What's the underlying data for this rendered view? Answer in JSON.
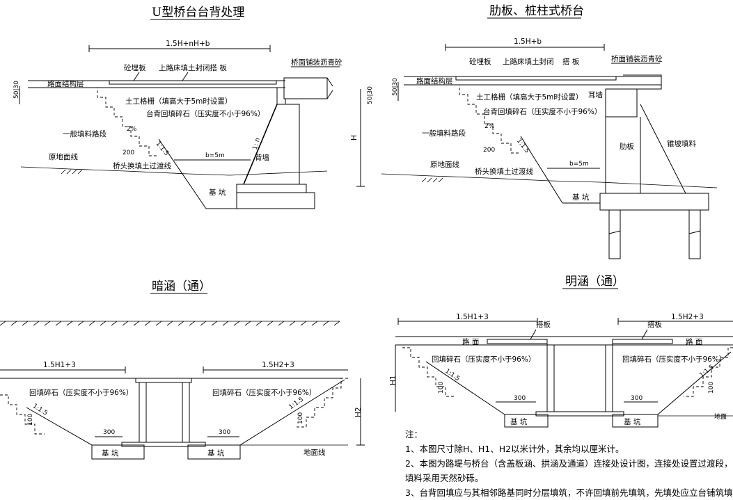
{
  "panels": {
    "u_abutment": {
      "title": "U型桥台台背处理",
      "dim_top": "1.5H+nH+b",
      "soft_slab": "砼埋板",
      "seal_slab": "上路床填土封闭搭 板",
      "deck": "桥面铺装沥青砼",
      "road_layer": "路面结构层",
      "geogrid": "土工格栅（填高大于5m时设置）",
      "backfill": "台背回填碎石（压实度不小于96%）",
      "general_fill": "一般填料路段",
      "slope_pct": "2%",
      "step": "200",
      "slope_ratio": "1:1.5",
      "ground": "原地面线",
      "transition": "桥头换填土过渡线",
      "b_dim": "b=5m",
      "back_wall": "背墙",
      "pit": "基 坑",
      "h_dim": "H",
      "slope_n": "1: n",
      "left_dim": "50|30",
      "right_dim": "50|30"
    },
    "rib_abutment": {
      "title": "肋板、桩柱式桥台",
      "dim_top": "1.5H+b",
      "soft_slab": "砼埋板",
      "seal_slab": "上路床填土封闭",
      "approach_slab": "搭 板",
      "deck": "桥面铺装沥青砼",
      "road_layer": "路面结构层",
      "ear_wall": "耳墙",
      "geogrid": "土工格栅（填高大于5m时设置）",
      "backfill": "台背回填碎石（压实度不小于96%）",
      "general_fill": "一般填料路段",
      "slope_pct": "2%",
      "step": "200",
      "slope_ratio": "1:1.5",
      "ground": "原地面线",
      "transition": "桥头换填土过渡线",
      "b_dim": "b=5m",
      "rib": "肋板",
      "cone_fill": "锥坡填料",
      "pit": "基 坑",
      "left_dim": "50|30"
    },
    "hidden_culvert": {
      "title": "暗涵（通）",
      "dim_left": "1.5H1+3",
      "dim_right": "1.5H2+3",
      "fill_left": "回填碎石（压实度不小于96%）",
      "fill_right": "回填碎石（压实度不小于96%）",
      "slope_left": "1:1.5",
      "slope_right": "1:1.5",
      "step_left": "100",
      "step_right": "100",
      "w_left": "300",
      "w_right": "300",
      "pit_left": "基 坑",
      "pit_right": "基 坑",
      "h2": "H2",
      "ground": "地面线"
    },
    "open_culvert": {
      "title": "明涵（通）",
      "dim_left": "1.5H1+3",
      "dim_right": "1.5H2+3",
      "slab_left": "搭板",
      "slab_right": "搭板",
      "road_left": "路 面",
      "road_right": "路 面",
      "fill_left": "回填碎石（压实度不小于96%）",
      "fill_right": "回填碎石（压实度不小于96%）",
      "slope_left": "1:1.5",
      "slope_right": "1:1.5",
      "step_left": "100",
      "step_right": "100",
      "w_left": "300",
      "w_right": "300",
      "pit_left": "基 坑",
      "pit_right": "基 坑",
      "h1": "H1",
      "ground": "地面"
    }
  },
  "notes": {
    "heading": "注：",
    "line1": "1、本图尺寸除H、H1、H2以米计外，其余均以厘米计。",
    "line2": "2、本图为路堤与桥台（含盖板涵、拱涵及通道）连接处设计图，连接处设置过渡段，",
    "line3": "填料采用天然砂砾。",
    "line4": "3、台背回填应与其相邻路基同时分层填筑，不许回填前先填筑，先填处应立台铺筑填"
  }
}
